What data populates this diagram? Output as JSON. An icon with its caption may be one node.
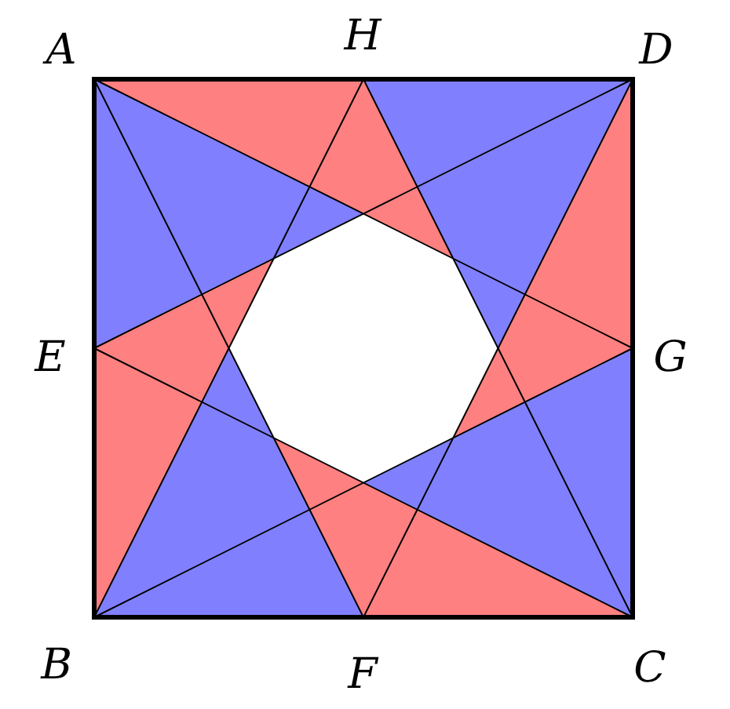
{
  "diagram": {
    "labels": [
      "A",
      "H",
      "D",
      "E",
      "G",
      "B",
      "F",
      "C"
    ]
  }
}
